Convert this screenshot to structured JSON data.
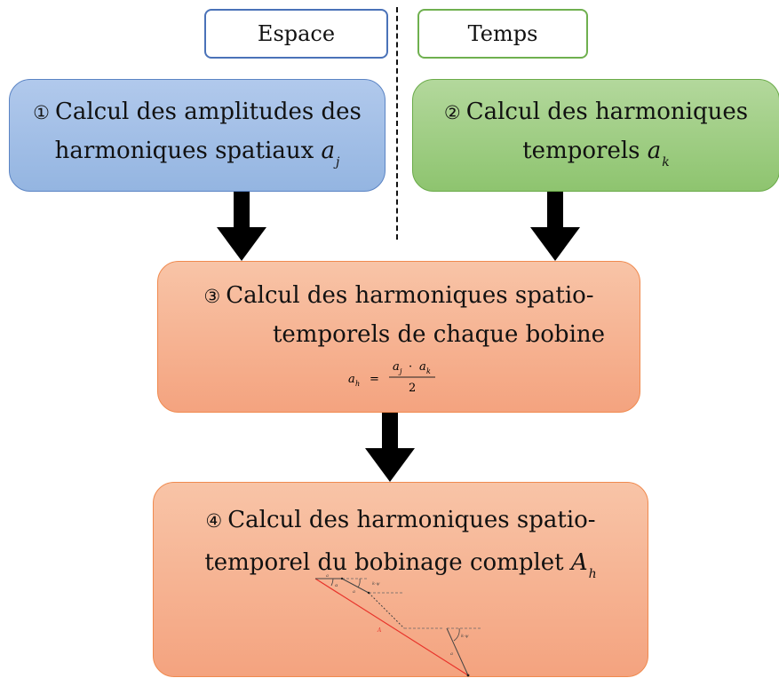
{
  "headers": {
    "space": "Espace",
    "time": "Temps"
  },
  "steps": [
    {
      "num": "①",
      "line1": "Calcul des amplitudes des",
      "line2": "harmoniques spatiaux",
      "var": "a",
      "sub": "j"
    },
    {
      "num": "②",
      "line1": "Calcul des harmoniques",
      "line2": "temporels",
      "var": "a",
      "sub": "k"
    },
    {
      "num": "③",
      "line1": "Calcul des harmoniques spatio-",
      "line2": "temporels de chaque bobine"
    },
    {
      "num": "④",
      "line1": "Calcul des harmoniques spatio-",
      "line2": "temporel du bobinage complet",
      "var": "A",
      "sub": "h"
    }
  ],
  "formula": {
    "lhs": "a",
    "lhs_sub": "h",
    "eq": "=",
    "num_a": "a",
    "num_a_sub": "j",
    "dot": "·",
    "num_b": "a",
    "num_b_sub": "k",
    "den": "2"
  },
  "phasor": {
    "label_ah": "a",
    "label_ah_sub": "h",
    "label_alpha": "α",
    "label_ak": "a",
    "label_k": "k",
    "label_kpsi": "k·ψ",
    "label_psi_sub": "1",
    "label_psi_sub2": "2",
    "label_Ah": "A",
    "label_Ah_sub": "h"
  },
  "colors": {
    "space": "#4a72b8",
    "time": "#6fb04f",
    "step3_4": "#f08a4f",
    "resultant": "#e8332a"
  }
}
